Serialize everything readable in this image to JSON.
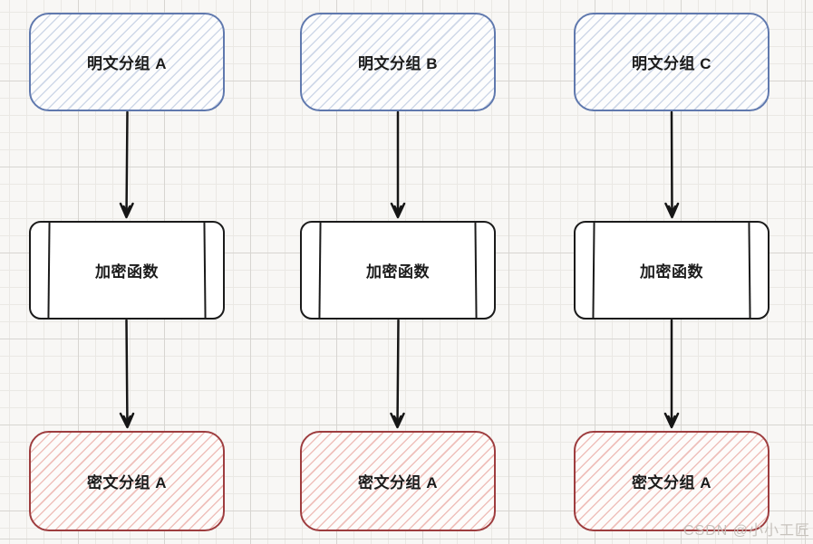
{
  "diagram": {
    "title_implicit": "ECB block cipher encryption flow",
    "columns": [
      {
        "id": "A",
        "plaintext_label": "明文分组 A",
        "function_label": "加密函数",
        "ciphertext_label": "密文分组 A"
      },
      {
        "id": "B",
        "plaintext_label": "明文分组 B",
        "function_label": "加密函数",
        "ciphertext_label": "密文分组 A"
      },
      {
        "id": "C",
        "plaintext_label": "明文分组 C",
        "function_label": "加密函数",
        "ciphertext_label": "密文分组 A"
      }
    ],
    "watermark": "CSDN @小小工匠",
    "colors": {
      "plaintext_border": "#6079ae",
      "plaintext_hatch": "#cfd8e8",
      "ciphertext_border": "#9e3d3f",
      "ciphertext_hatch": "#efc0bb",
      "function_border": "#1b1b1b",
      "arrow": "#161616",
      "background": "#f8f7f5",
      "grid_minor": "#eae8e4",
      "grid_major": "#d7d5d1"
    }
  }
}
